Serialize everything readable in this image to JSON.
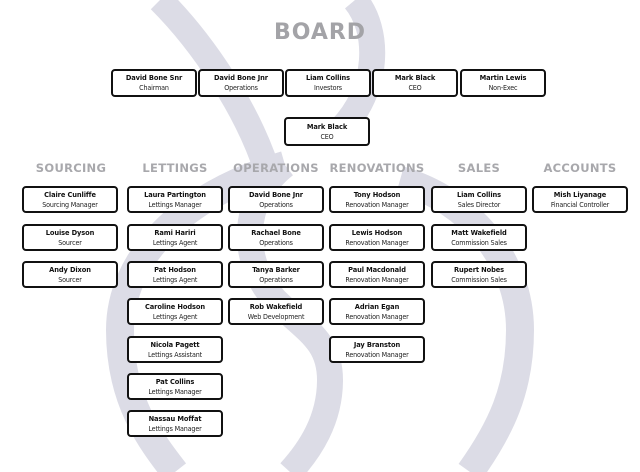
{
  "title": "BOARD",
  "board": [
    {
      "name": "David Bone Snr",
      "role": "Chairman"
    },
    {
      "name": "David Bone Jnr",
      "role": "Operations"
    },
    {
      "name": "Liam Collins",
      "role": "Investors"
    },
    {
      "name": "Mark Black",
      "role": "CEO"
    },
    {
      "name": "Martin Lewis",
      "role": "Non-Exec"
    }
  ],
  "ceo": {
    "name": "Mark Black",
    "role": "CEO"
  },
  "departments": [
    {
      "name": "SOURCING",
      "members": [
        {
          "name": "Claire Cunliffe",
          "role": "Sourcing Manager"
        },
        {
          "name": "Louise Dyson",
          "role": "Sourcer"
        },
        {
          "name": "Andy Dixon",
          "role": "Sourcer"
        }
      ]
    },
    {
      "name": "LETTINGS",
      "members": [
        {
          "name": "Laura Partington",
          "role": "Lettings Manager"
        },
        {
          "name": "Rami Hariri",
          "role": "Lettings Agent"
        },
        {
          "name": "Pat Hodson",
          "role": "Lettings Agent"
        },
        {
          "name": "Caroline Hodson",
          "role": "Lettings Agent"
        },
        {
          "name": "Nicola Pagett",
          "role": "Lettings Assistant"
        },
        {
          "name": "Pat Collins",
          "role": "Lettings Manager"
        },
        {
          "name": "Nassau Moffat",
          "role": "Lettings Manager"
        }
      ]
    },
    {
      "name": "OPERATIONS",
      "members": [
        {
          "name": "David Bone Jnr",
          "role": "Operations"
        },
        {
          "name": "Rachael Bone",
          "role": "Operations"
        },
        {
          "name": "Tanya Barker",
          "role": "Operations"
        },
        {
          "name": "Rob Wakefield",
          "role": "Web Development"
        }
      ]
    },
    {
      "name": "RENOVATIONS",
      "members": [
        {
          "name": "Tony Hodson",
          "role": "Renovation Manager"
        },
        {
          "name": "Lewis Hodson",
          "role": "Renovation Manager"
        },
        {
          "name": "Paul Macdonald",
          "role": "Renovation Manager"
        },
        {
          "name": "Adrian Egan",
          "role": "Renovation Manager"
        },
        {
          "name": "Jay Branston",
          "role": "Renovation Manager"
        }
      ]
    },
    {
      "name": "SALES",
      "members": [
        {
          "name": "Liam Collins",
          "role": "Sales Director"
        },
        {
          "name": "Matt Wakefield",
          "role": "Commission Sales"
        },
        {
          "name": "Rupert Nobes",
          "role": "Commission Sales"
        }
      ]
    },
    {
      "name": "ACCOUNTS",
      "members": [
        {
          "name": "Mish Liyanage",
          "role": "Financial Controller"
        }
      ]
    }
  ],
  "colors": {
    "watermark": "#dcdce6",
    "heading": "#a5a5a9",
    "border": "#111111"
  }
}
